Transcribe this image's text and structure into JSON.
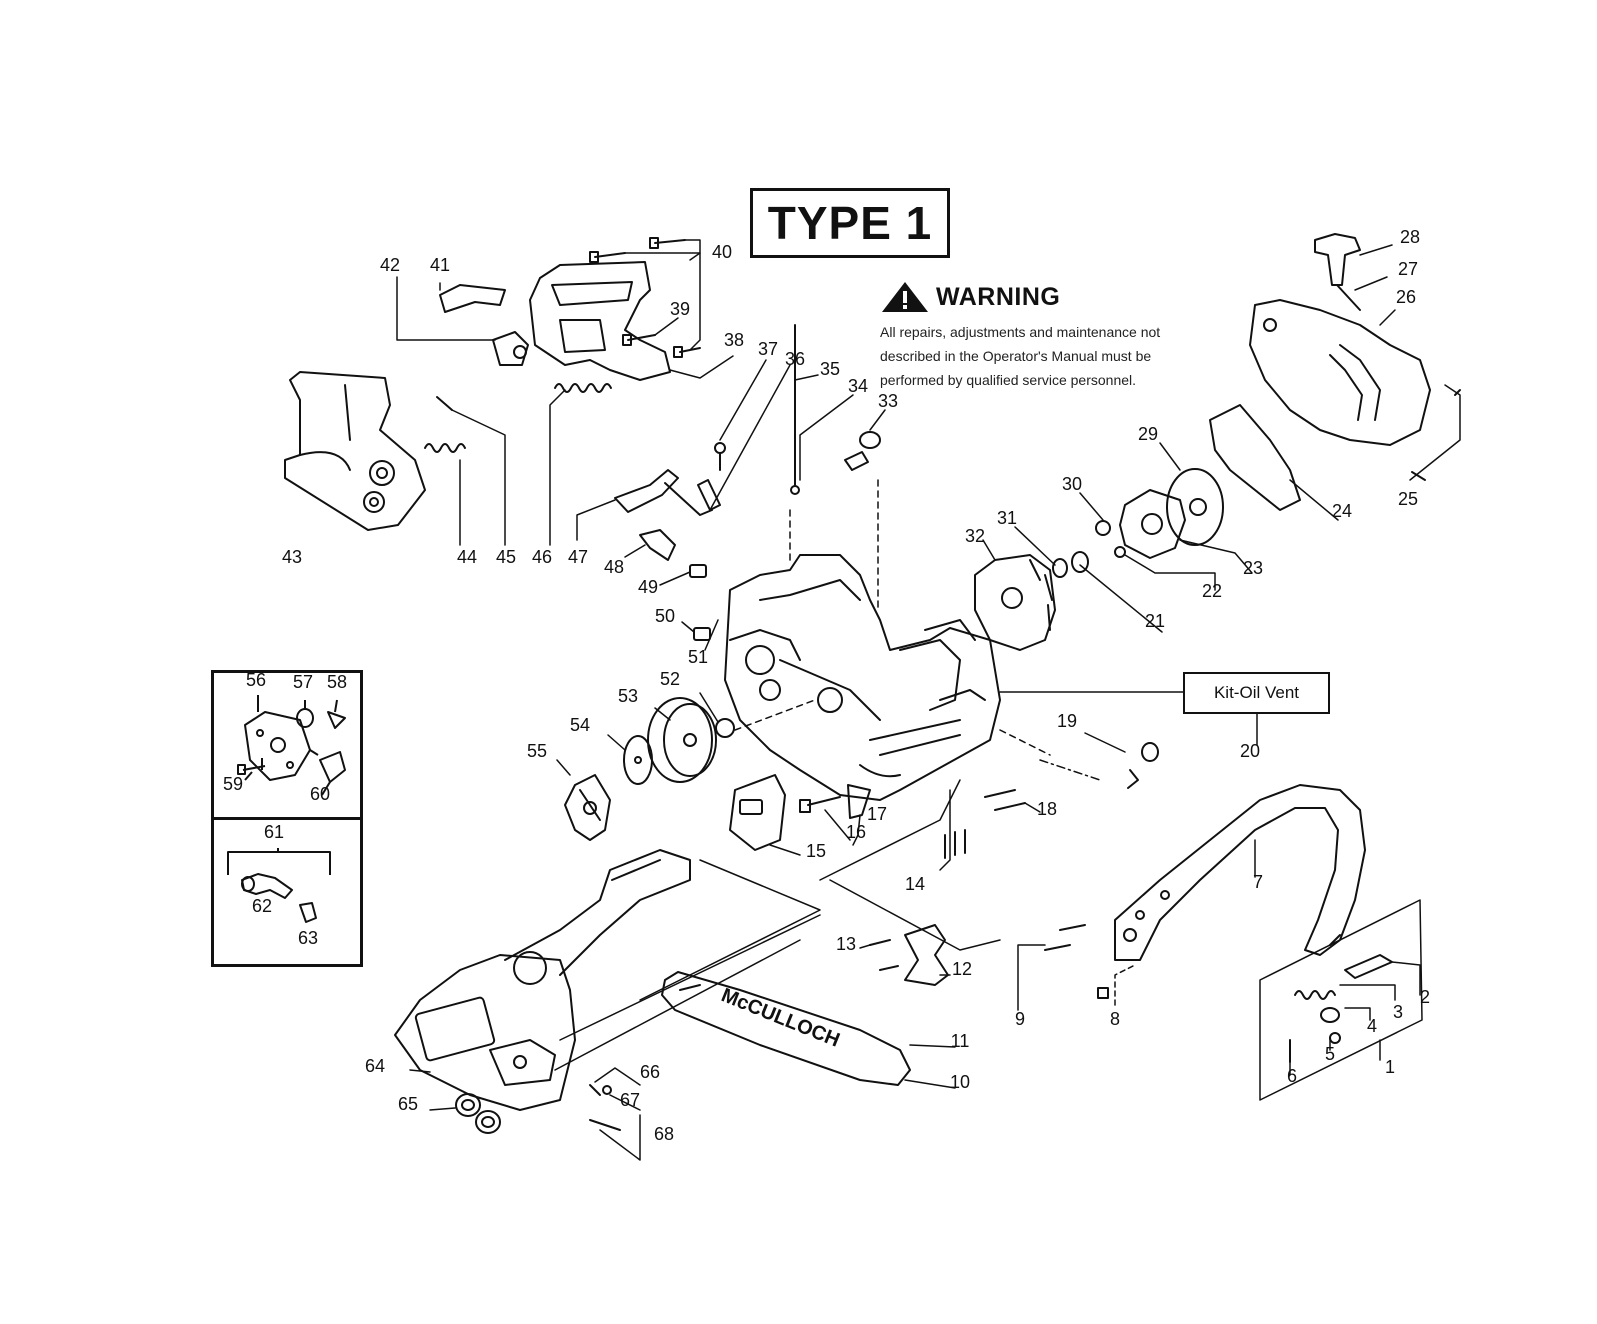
{
  "diagram": {
    "title": "TYPE 1",
    "warning": {
      "heading": "WARNING",
      "text": "All repairs, adjustments and maintenance not described in the Operator's Manual must be performed by qualified service personnel."
    },
    "kit_box_label": "Kit-Oil Vent",
    "bar_brand": "McCULLOCH",
    "part_labels": [
      "1",
      "2",
      "3",
      "4",
      "5",
      "6",
      "7",
      "8",
      "9",
      "10",
      "11",
      "12",
      "13",
      "14",
      "15",
      "16",
      "17",
      "18",
      "19",
      "20",
      "21",
      "22",
      "23",
      "24",
      "25",
      "26",
      "27",
      "28",
      "29",
      "30",
      "31",
      "32",
      "33",
      "34",
      "35",
      "36",
      "37",
      "38",
      "39",
      "40",
      "41",
      "42",
      "43",
      "44",
      "45",
      "46",
      "47",
      "48",
      "49",
      "50",
      "51",
      "52",
      "53",
      "54",
      "55",
      "56",
      "57",
      "58",
      "59",
      "60",
      "61",
      "62",
      "63",
      "64",
      "65",
      "66",
      "67",
      "68"
    ]
  }
}
